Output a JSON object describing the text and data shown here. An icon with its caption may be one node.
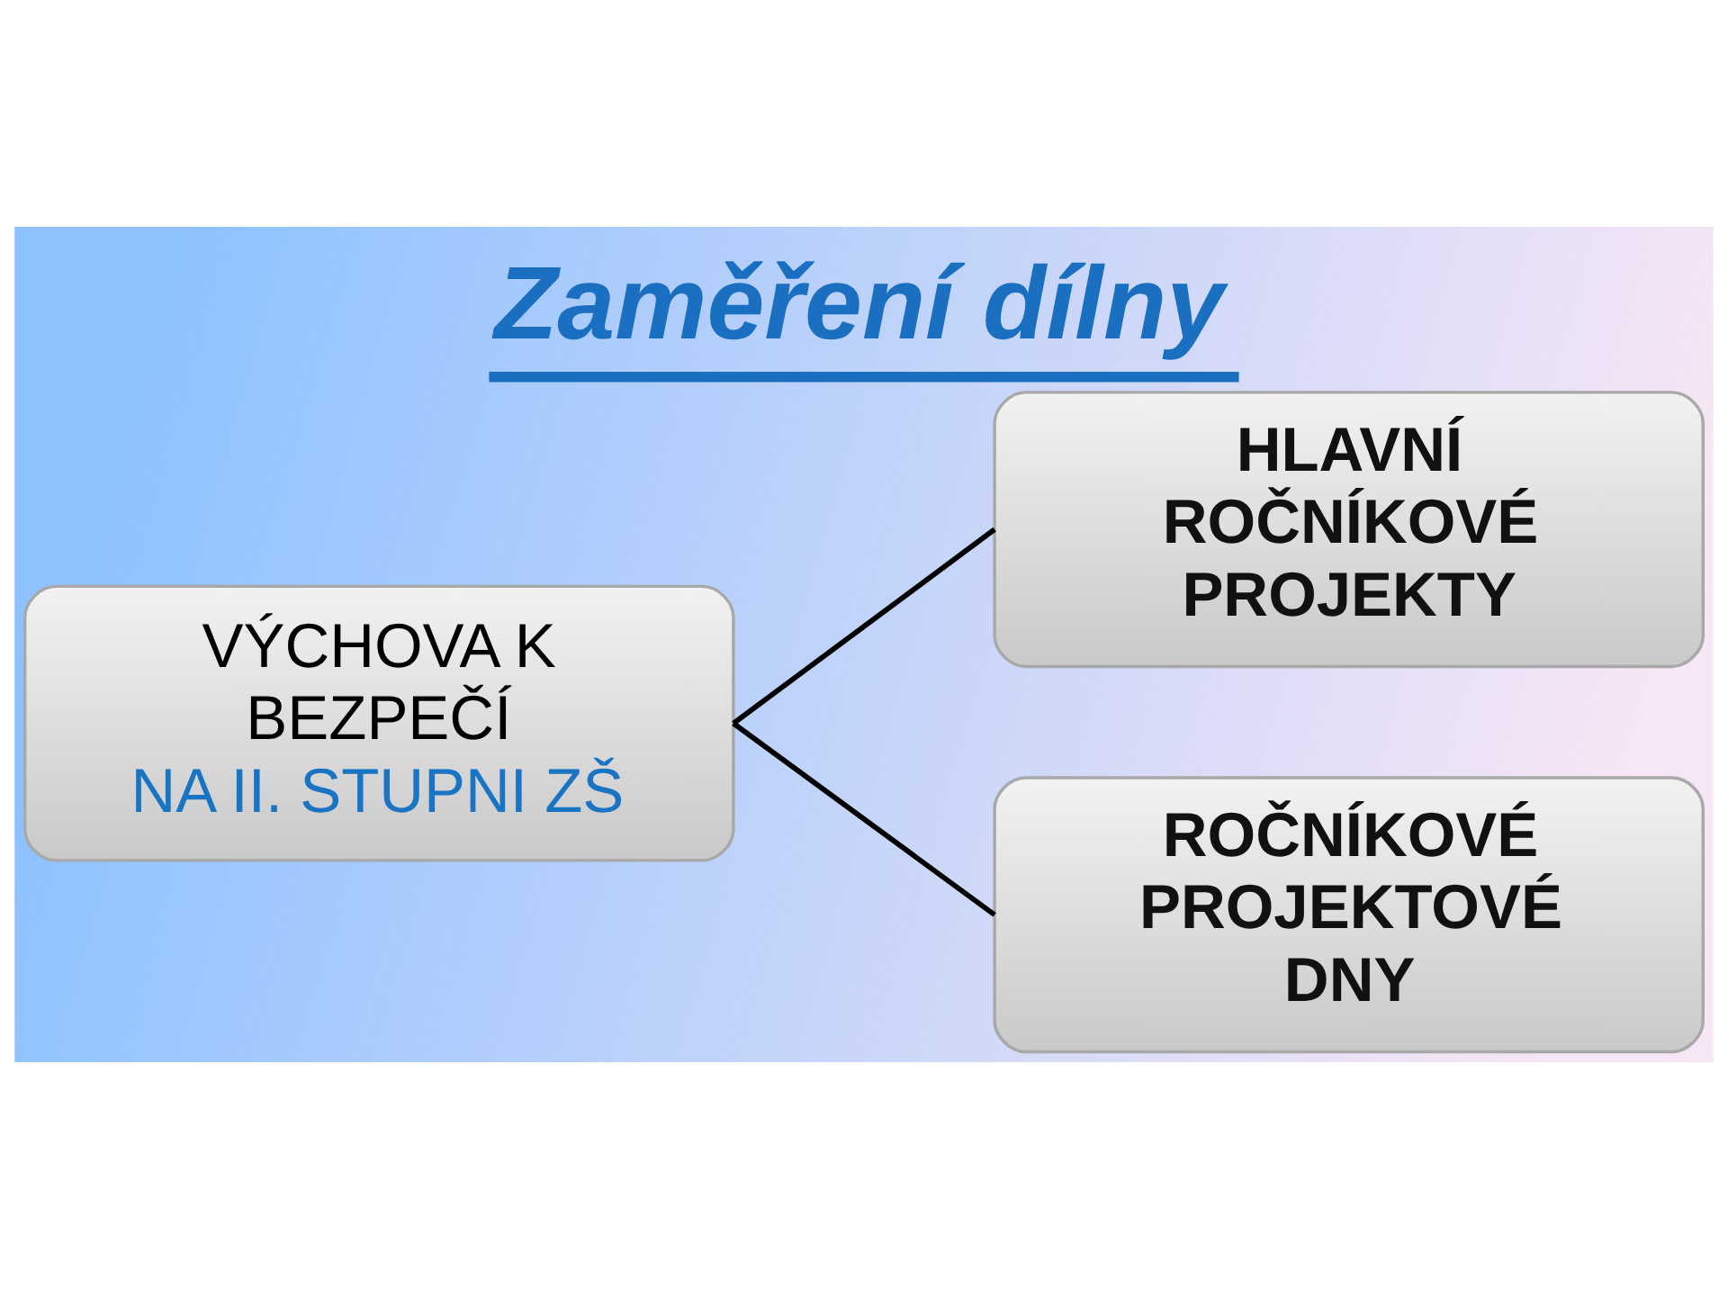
{
  "diagram": {
    "title": "Zaměření dílny",
    "nodes": [
      {
        "text": [
          "VÝCHOVA K BEZPEČÍ",
          "NA II. STUPNI ZŠ"
        ]
      },
      {
        "text": [
          "HLAVNÍ ROČNÍKOVÉ PROJEKTY"
        ]
      },
      {
        "text": [
          "ROČNÍKOVÉ PROJEKTOVÉ DNY"
        ]
      }
    ],
    "edges": [
      {
        "from": 0,
        "to": 1,
        "arrow": "none"
      },
      {
        "from": 0,
        "to": 2,
        "arrow": "none"
      }
    ]
  }
}
